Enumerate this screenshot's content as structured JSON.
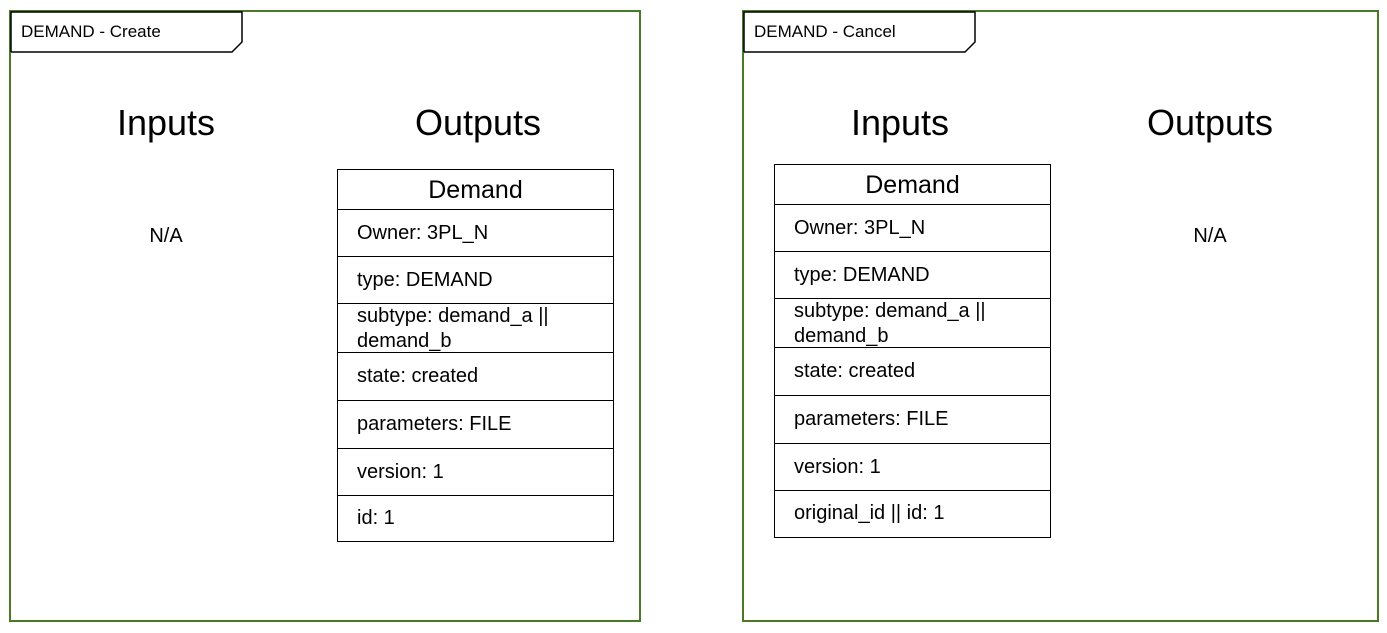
{
  "diagrams": [
    {
      "tab_label": "DEMAND - Create",
      "inputs_heading": "Inputs",
      "outputs_heading": "Outputs",
      "inputs_value": "N/A",
      "entity": {
        "title": "Demand",
        "fields": [
          "Owner: 3PL_N",
          "type: DEMAND",
          "subtype: demand_a || demand_b",
          "state: created",
          "parameters: FILE",
          "version: 1",
          "id: 1"
        ]
      }
    },
    {
      "tab_label": "DEMAND - Cancel",
      "inputs_heading": "Inputs",
      "outputs_heading": "Outputs",
      "outputs_value": "N/A",
      "entity": {
        "title": "Demand",
        "fields": [
          "Owner: 3PL_N",
          "type: DEMAND",
          "subtype: demand_a || demand_b",
          "state: created",
          "parameters: FILE",
          "version: 1",
          "original_id || id: 1"
        ]
      }
    }
  ],
  "colors": {
    "frame_border": "#4a7a26",
    "line": "#000000"
  }
}
